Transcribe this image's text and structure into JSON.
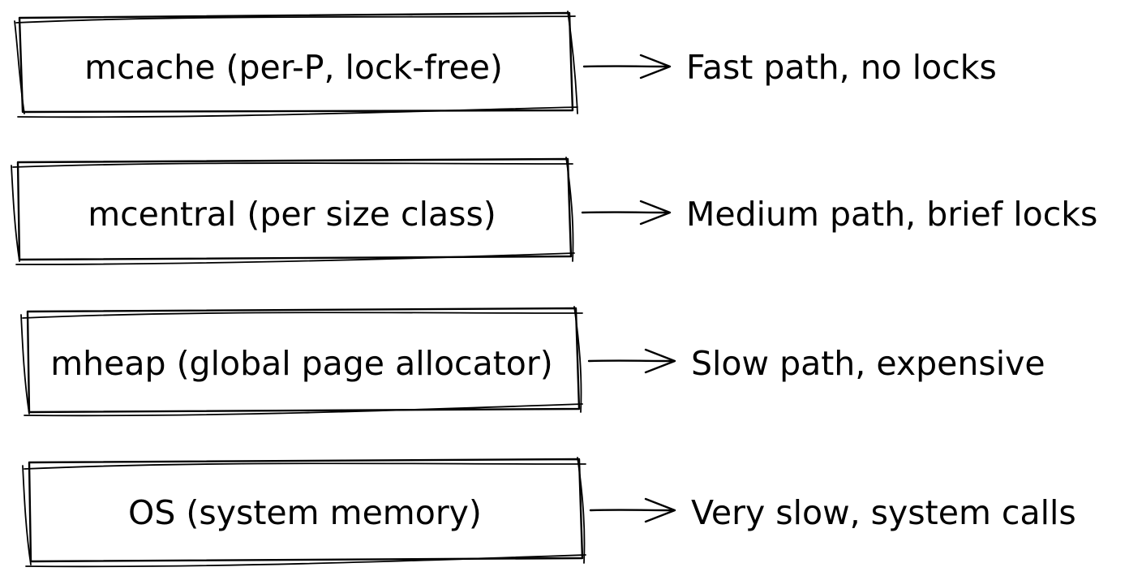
{
  "diagram": {
    "layers": [
      {
        "label": "mcache (per-P, lock-free)",
        "description": "Fast path, no locks"
      },
      {
        "label": "mcentral (per size class)",
        "description": "Medium path, brief locks"
      },
      {
        "label": "mheap (global page allocator)",
        "description": "Slow path, expensive"
      },
      {
        "label": "OS (system memory)",
        "description": "Very slow, system calls"
      }
    ],
    "stroke_color": "#000000",
    "background_color": "#ffffff"
  }
}
